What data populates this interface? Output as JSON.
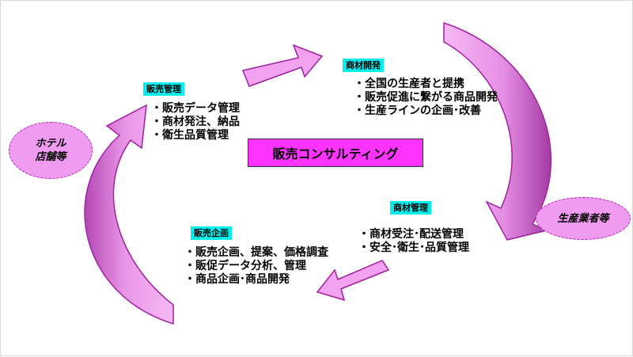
{
  "center": {
    "label": "販売コンサルティング"
  },
  "hotel": {
    "line1": "ホテル",
    "line2": "店舗等"
  },
  "producer": {
    "label": "生産業者等"
  },
  "sales_management": {
    "tag": "販売管理",
    "items": [
      "販売データ管理",
      "商材発注、納品",
      "衛生品質管理"
    ]
  },
  "product_development": {
    "tag": "商材開発",
    "items": [
      "全国の生産者と提携",
      "販売促進に繋がる商品開発",
      "生産ラインの企画･改善"
    ]
  },
  "product_management": {
    "tag": "商材管理",
    "items": [
      "商材受注･配送管理",
      "安全･衛生･品質管理"
    ]
  },
  "sales_planning": {
    "tag": "販売企画",
    "items": [
      "販売企画、提案、価格調査",
      "販促データ分析、管理",
      "商品企画･商品開発"
    ]
  },
  "colors": {
    "arrow_fill": "#f2a2ef",
    "arrow_dark": "#b43cb4",
    "arrow_stroke": "#a020a0",
    "tag_bg": "#00f0f0",
    "center_bg": "#ff33ff",
    "ellipse_bg": "#ef9bef"
  }
}
